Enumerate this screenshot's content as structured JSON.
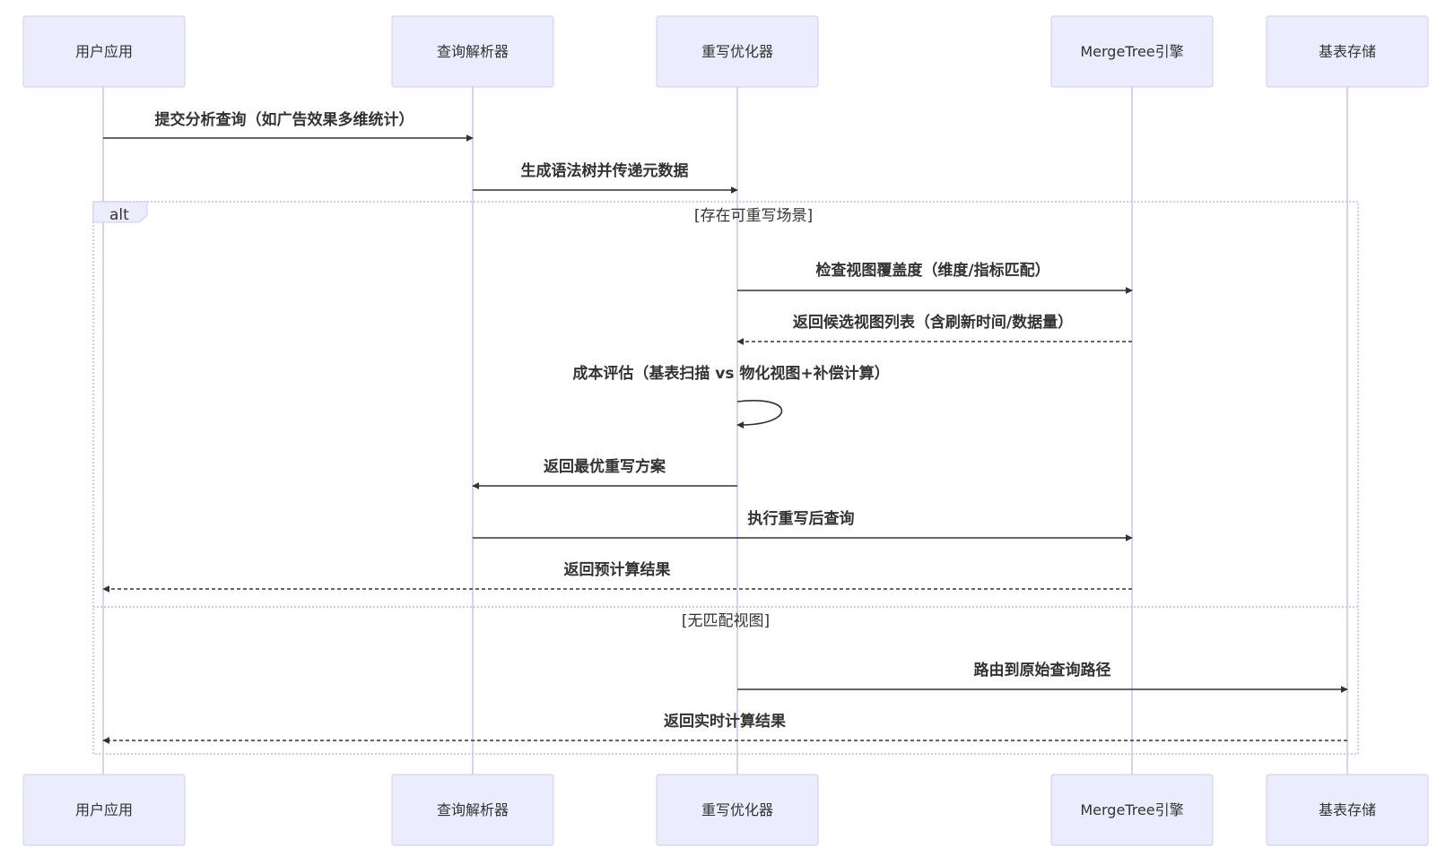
{
  "participants": [
    {
      "id": "user",
      "label": "用户应用"
    },
    {
      "id": "parser",
      "label": "查询解析器"
    },
    {
      "id": "optimizer",
      "label": "重写优化器"
    },
    {
      "id": "engine",
      "label": "MergeTree引擎"
    },
    {
      "id": "storage",
      "label": "基表存储"
    }
  ],
  "messages": [
    {
      "from": "user",
      "to": "parser",
      "text": "提交分析查询（如广告效果多维统计）",
      "style": "solid"
    },
    {
      "from": "parser",
      "to": "optimizer",
      "text": "生成语法树并传递元数据",
      "style": "solid"
    },
    {
      "from": "optimizer",
      "to": "engine",
      "text": "检查视图覆盖度（维度/指标匹配）",
      "style": "solid"
    },
    {
      "from": "engine",
      "to": "optimizer",
      "text": "返回候选视图列表（含刷新时间/数据量）",
      "style": "dashed"
    },
    {
      "from": "optimizer",
      "to": "optimizer",
      "text": "成本评估（基表扫描 vs 物化视图+补偿计算）",
      "style": "self"
    },
    {
      "from": "optimizer",
      "to": "parser",
      "text": "返回最优重写方案",
      "style": "solid"
    },
    {
      "from": "parser",
      "to": "engine",
      "text": "执行重写后查询",
      "style": "solid"
    },
    {
      "from": "engine",
      "to": "user",
      "text": "返回预计算结果",
      "style": "dashed"
    },
    {
      "from": "optimizer",
      "to": "storage",
      "text": "路由到原始查询路径",
      "style": "solid"
    },
    {
      "from": "storage",
      "to": "user",
      "text": "返回实时计算结果",
      "style": "dashed"
    }
  ],
  "alt_frame": {
    "label": "alt",
    "conditions": [
      "[存在可重写场景]",
      "[无匹配视图]"
    ]
  },
  "colors": {
    "actor_fill": "#ECECFF",
    "actor_stroke": "#CCCCEE",
    "lifeline": "#D6D3F2",
    "line": "#333333",
    "text": "#333333"
  }
}
